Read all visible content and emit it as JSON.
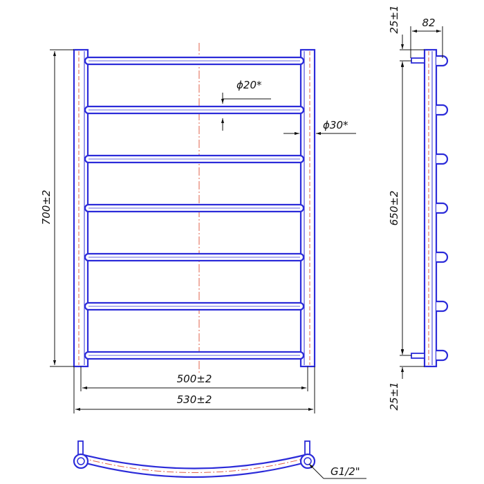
{
  "colors": {
    "outline": "#2b2bd9",
    "line": "#111111",
    "centerline": "#e0604a",
    "background": "#ffffff"
  },
  "front_view": {
    "rung_count": 7,
    "overall_height": "700±2",
    "center_width": "500±2",
    "overall_width": "530±2",
    "rung_diameter": "ϕ20*",
    "post_diameter": "ϕ30*"
  },
  "side_view": {
    "depth": "82",
    "top_offset": "25±1",
    "bottom_offset": "25±1",
    "connection_height": "650±2"
  },
  "top_view": {
    "thread": "G1/2\""
  }
}
